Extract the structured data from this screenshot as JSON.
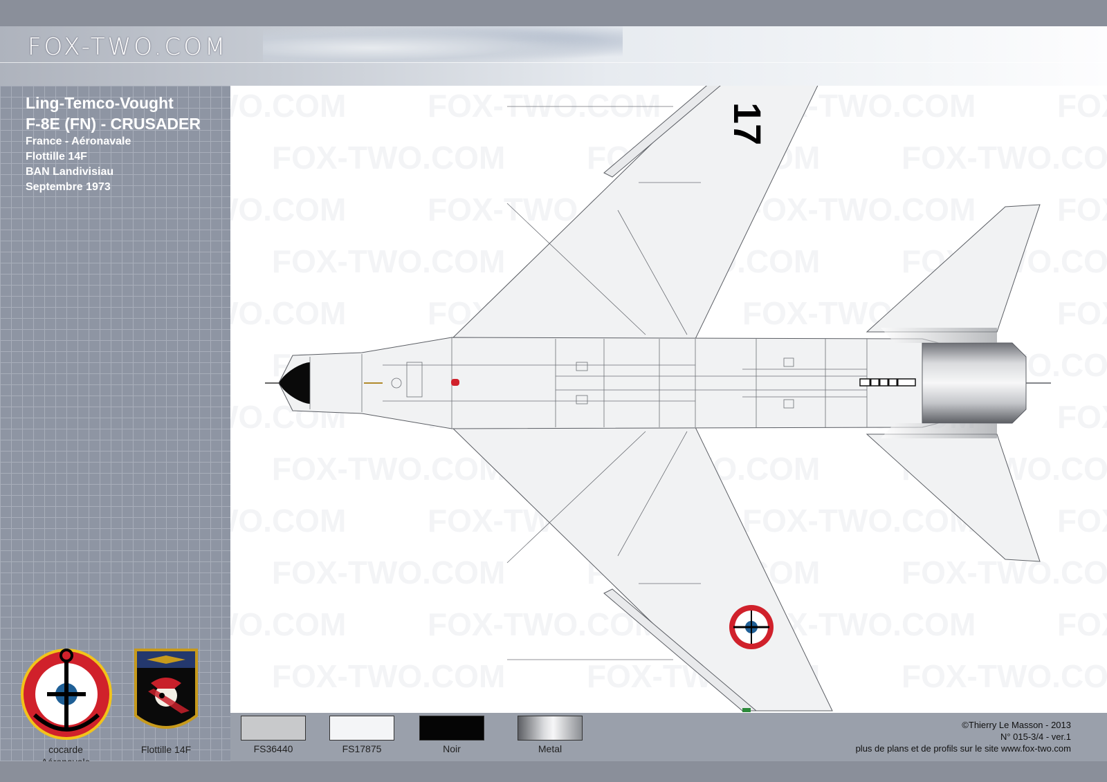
{
  "site": {
    "logo": "FOX-TWO.COM",
    "watermark": "FOX-TWO.COM"
  },
  "aircraft": {
    "manufacturer": "Ling-Temco-Vought",
    "model": "F-8E (FN) - CRUSADER",
    "country": "France - Aéronavale",
    "unit": "Flottille 14F",
    "base": "BAN Landivisiau",
    "date": "Septembre 1973",
    "number": "17"
  },
  "insignia": [
    {
      "name": "cocarde",
      "label_line1": "cocarde",
      "label_line2": "Aéronavale"
    },
    {
      "name": "flottille",
      "label_line1": "Flottille 14F"
    }
  ],
  "swatches": [
    {
      "label": "FS36440",
      "color": "#c8c9cb"
    },
    {
      "label": "FS17875",
      "color": "#f4f5f7"
    },
    {
      "label": "Noir",
      "color": "#050505"
    },
    {
      "label": "Metal",
      "color": "metal"
    }
  ],
  "credits": {
    "copyright": "©Thierry Le Masson - 2013",
    "ref": "N° 015-3/4  -   ver.1",
    "more": "plus de plans et de profils sur le site www.fox-two.com"
  },
  "colors": {
    "background": "#8f949f",
    "roundel_red": "#d0212b",
    "roundel_blue": "#1f5f96",
    "roundel_yellow": "#f2c31a",
    "aircraft_fill": "#f1f2f3",
    "line": "#5a5d63"
  }
}
